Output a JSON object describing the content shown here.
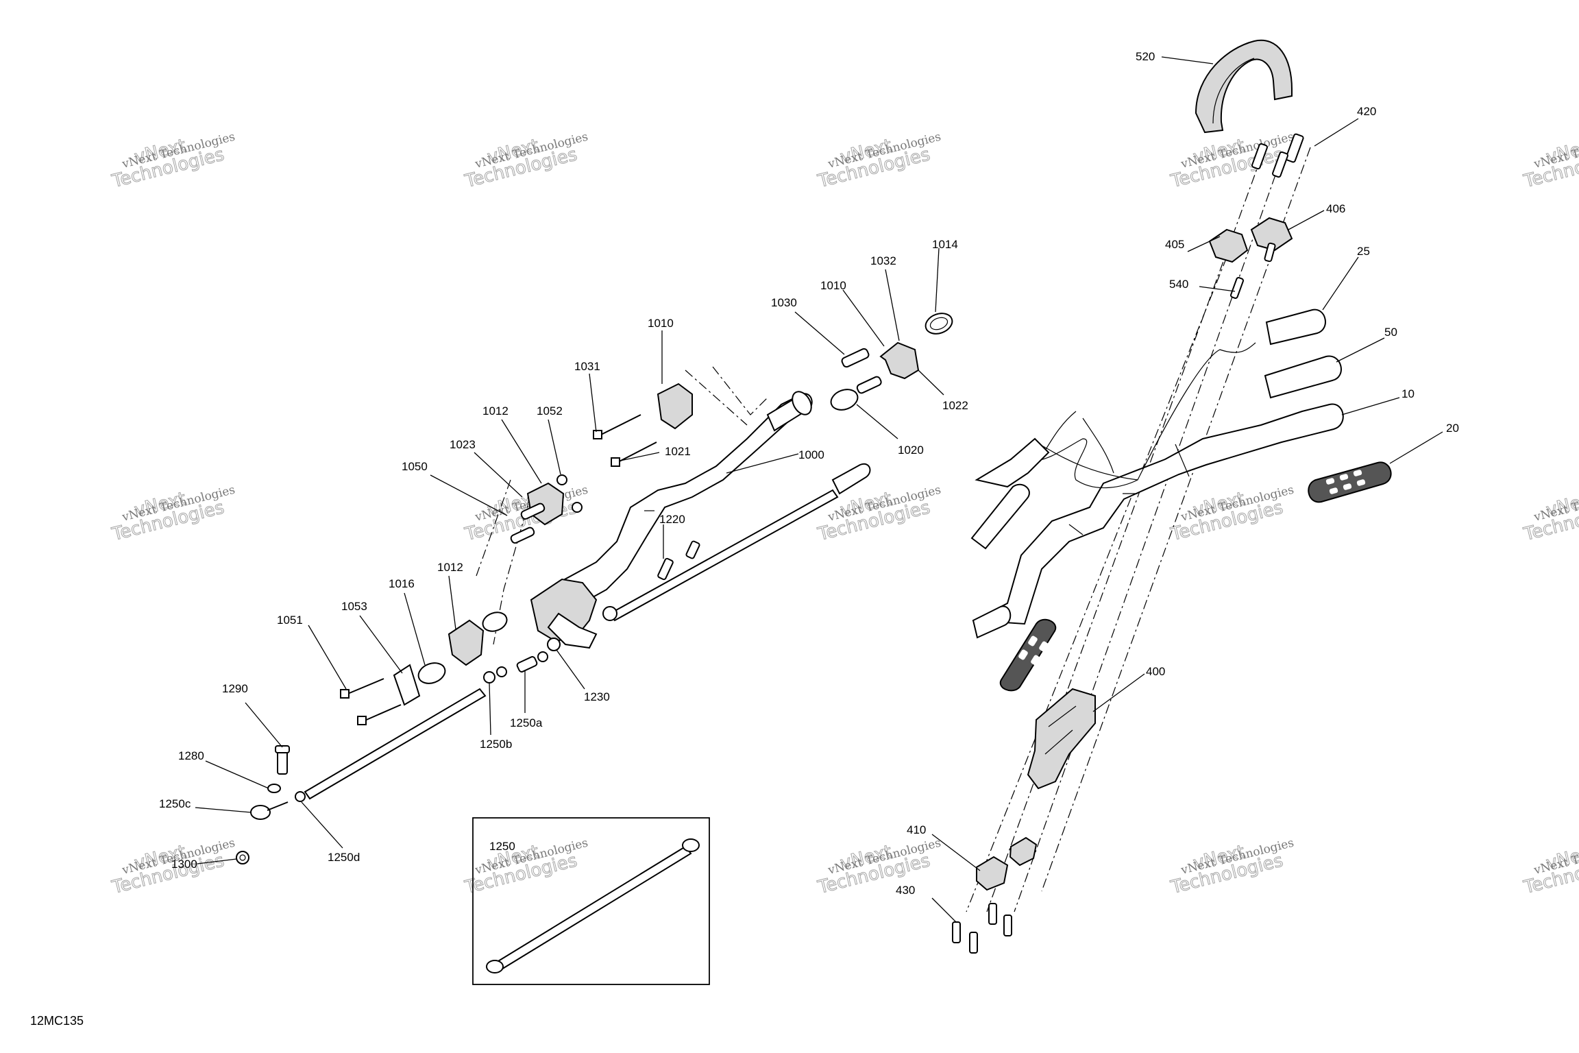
{
  "diagram": {
    "code": "12MC135",
    "inset_label": "1250",
    "watermark": {
      "line1": "vNext Technologies",
      "line2": "vNext\nTechnologies"
    },
    "callouts": [
      {
        "id": "c520",
        "text": "520"
      },
      {
        "id": "c420",
        "text": "420"
      },
      {
        "id": "c406",
        "text": "406"
      },
      {
        "id": "c405",
        "text": "405"
      },
      {
        "id": "c540",
        "text": "540"
      },
      {
        "id": "c25",
        "text": "25"
      },
      {
        "id": "c50",
        "text": "50"
      },
      {
        "id": "c10",
        "text": "10"
      },
      {
        "id": "c20",
        "text": "20"
      },
      {
        "id": "c400",
        "text": "400"
      },
      {
        "id": "c410",
        "text": "410"
      },
      {
        "id": "c430",
        "text": "430"
      },
      {
        "id": "c1014",
        "text": "1014"
      },
      {
        "id": "c1032",
        "text": "1032"
      },
      {
        "id": "c1010a",
        "text": "1010"
      },
      {
        "id": "c1030",
        "text": "1030"
      },
      {
        "id": "c1010b",
        "text": "1010"
      },
      {
        "id": "c1031",
        "text": "1031"
      },
      {
        "id": "c1022",
        "text": "1022"
      },
      {
        "id": "c1020",
        "text": "1020"
      },
      {
        "id": "c1021",
        "text": "1021"
      },
      {
        "id": "c1000",
        "text": "1000"
      },
      {
        "id": "c1012a",
        "text": "1012"
      },
      {
        "id": "c1052",
        "text": "1052"
      },
      {
        "id": "c1023",
        "text": "1023"
      },
      {
        "id": "c1050",
        "text": "1050"
      },
      {
        "id": "c1220",
        "text": "1220"
      },
      {
        "id": "c1012b",
        "text": "1012"
      },
      {
        "id": "c1016",
        "text": "1016"
      },
      {
        "id": "c1053",
        "text": "1053"
      },
      {
        "id": "c1051",
        "text": "1051"
      },
      {
        "id": "c1230",
        "text": "1230"
      },
      {
        "id": "c1250a",
        "text": "1250a"
      },
      {
        "id": "c1250b",
        "text": "1250b"
      },
      {
        "id": "c1290",
        "text": "1290"
      },
      {
        "id": "c1280",
        "text": "1280"
      },
      {
        "id": "c1250c",
        "text": "1250c"
      },
      {
        "id": "c1250d",
        "text": "1250d"
      },
      {
        "id": "c1300",
        "text": "1300"
      }
    ]
  }
}
